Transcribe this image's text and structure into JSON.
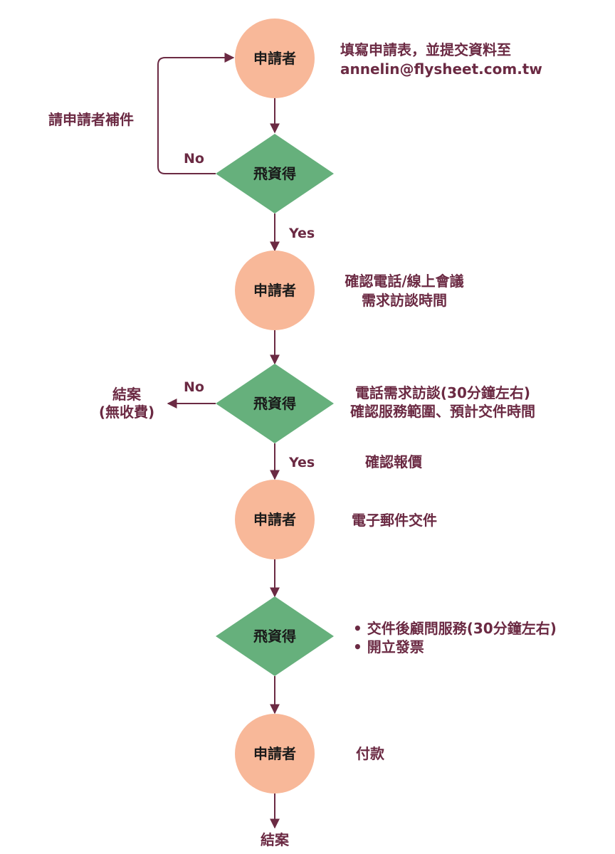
{
  "colors": {
    "circle_fill": "#f8b899",
    "diamond_fill": "#66b07c",
    "line_color": "#6b2a43",
    "text_dark": "#1a1a1a",
    "note_color": "#6b2a43"
  },
  "nodes": [
    {
      "id": "applicant-1",
      "shape": "circle",
      "label": "申請者"
    },
    {
      "id": "flysheet-1",
      "shape": "diamond",
      "label": "飛資得"
    },
    {
      "id": "applicant-2",
      "shape": "circle",
      "label": "申請者"
    },
    {
      "id": "flysheet-2",
      "shape": "diamond",
      "label": "飛資得"
    },
    {
      "id": "applicant-3",
      "shape": "circle",
      "label": "申請者"
    },
    {
      "id": "flysheet-3",
      "shape": "diamond",
      "label": "飛資得"
    },
    {
      "id": "applicant-4",
      "shape": "circle",
      "label": "申請者"
    }
  ],
  "notes": {
    "step1": [
      "填寫申請表，並提交資料至",
      "annelin@flysheet.com.tw"
    ],
    "resubmit": "請申請者補件",
    "step2": [
      "確認電話/線上會議",
      "需求訪談時間"
    ],
    "step3": [
      "電話需求訪談(30分鐘左右)",
      "確認服務範圍、預計交件時間"
    ],
    "quote": "確認報價",
    "deliver": "電子郵件交件",
    "step5": [
      "• 交件後顧問服務(30分鐘左右)",
      "• 開立發票"
    ],
    "payment": "付款"
  },
  "edge_labels": {
    "no_1": "No",
    "yes_1": "Yes",
    "no_2": "No",
    "yes_2": "Yes"
  },
  "ends": {
    "end_no_charge": [
      "結案",
      "(無收費)"
    ],
    "final": "結案"
  }
}
